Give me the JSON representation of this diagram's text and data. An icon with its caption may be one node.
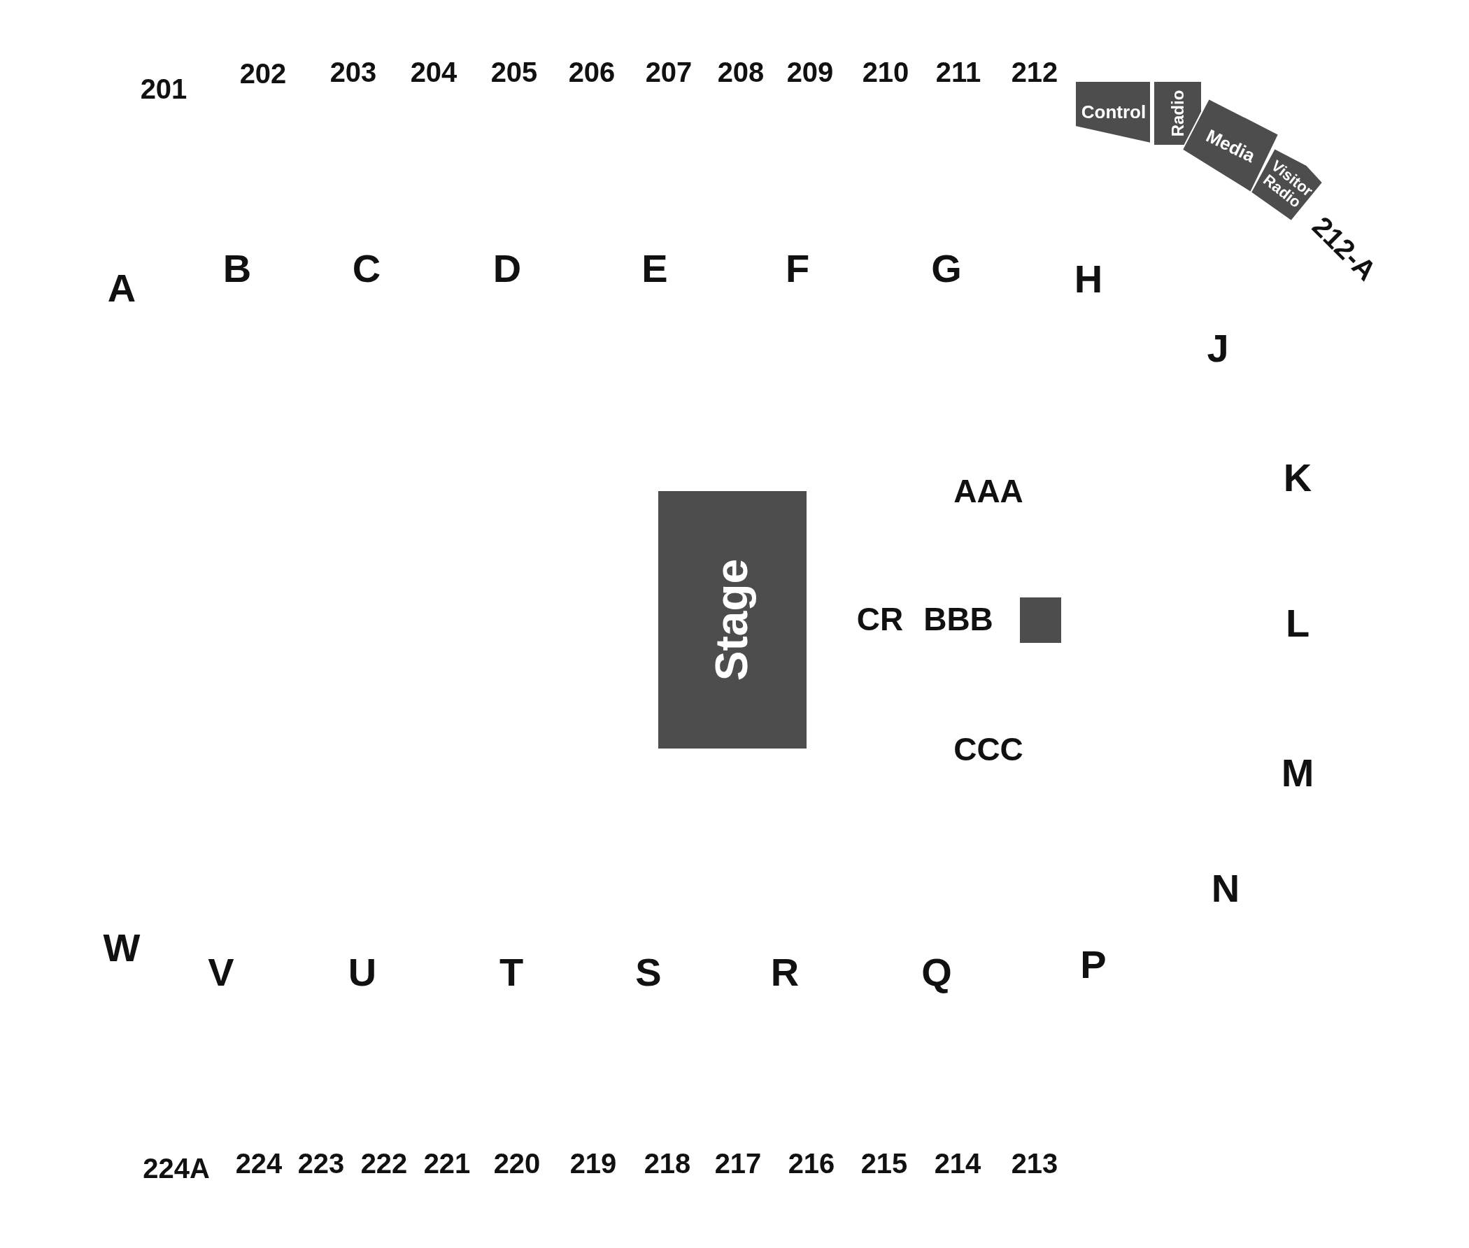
{
  "diagram": {
    "nodes": [
      {
        "text": [
          "Stage"
        ]
      },
      {
        "text": [
          "Control"
        ]
      },
      {
        "text": [
          "Radio"
        ]
      },
      {
        "text": [
          "Media"
        ]
      },
      {
        "text": [
          "Visitor Radio"
        ]
      },
      {
        "text": [],
        "shape": "box"
      }
    ],
    "labels": [
      "201",
      "202",
      "203",
      "204",
      "205",
      "206",
      "207",
      "208",
      "209",
      "210",
      "211",
      "212",
      "212-A",
      "A",
      "B",
      "C",
      "D",
      "E",
      "F",
      "G",
      "H",
      "J",
      "AAA",
      "K",
      "CR",
      "BBB",
      "L",
      "CCC",
      "M",
      "N",
      "W",
      "V",
      "U",
      "T",
      "S",
      "R",
      "Q",
      "P",
      "224A",
      "224",
      "223",
      "222",
      "221",
      "220",
      "219",
      "218",
      "217",
      "216",
      "215",
      "214",
      "213"
    ]
  }
}
